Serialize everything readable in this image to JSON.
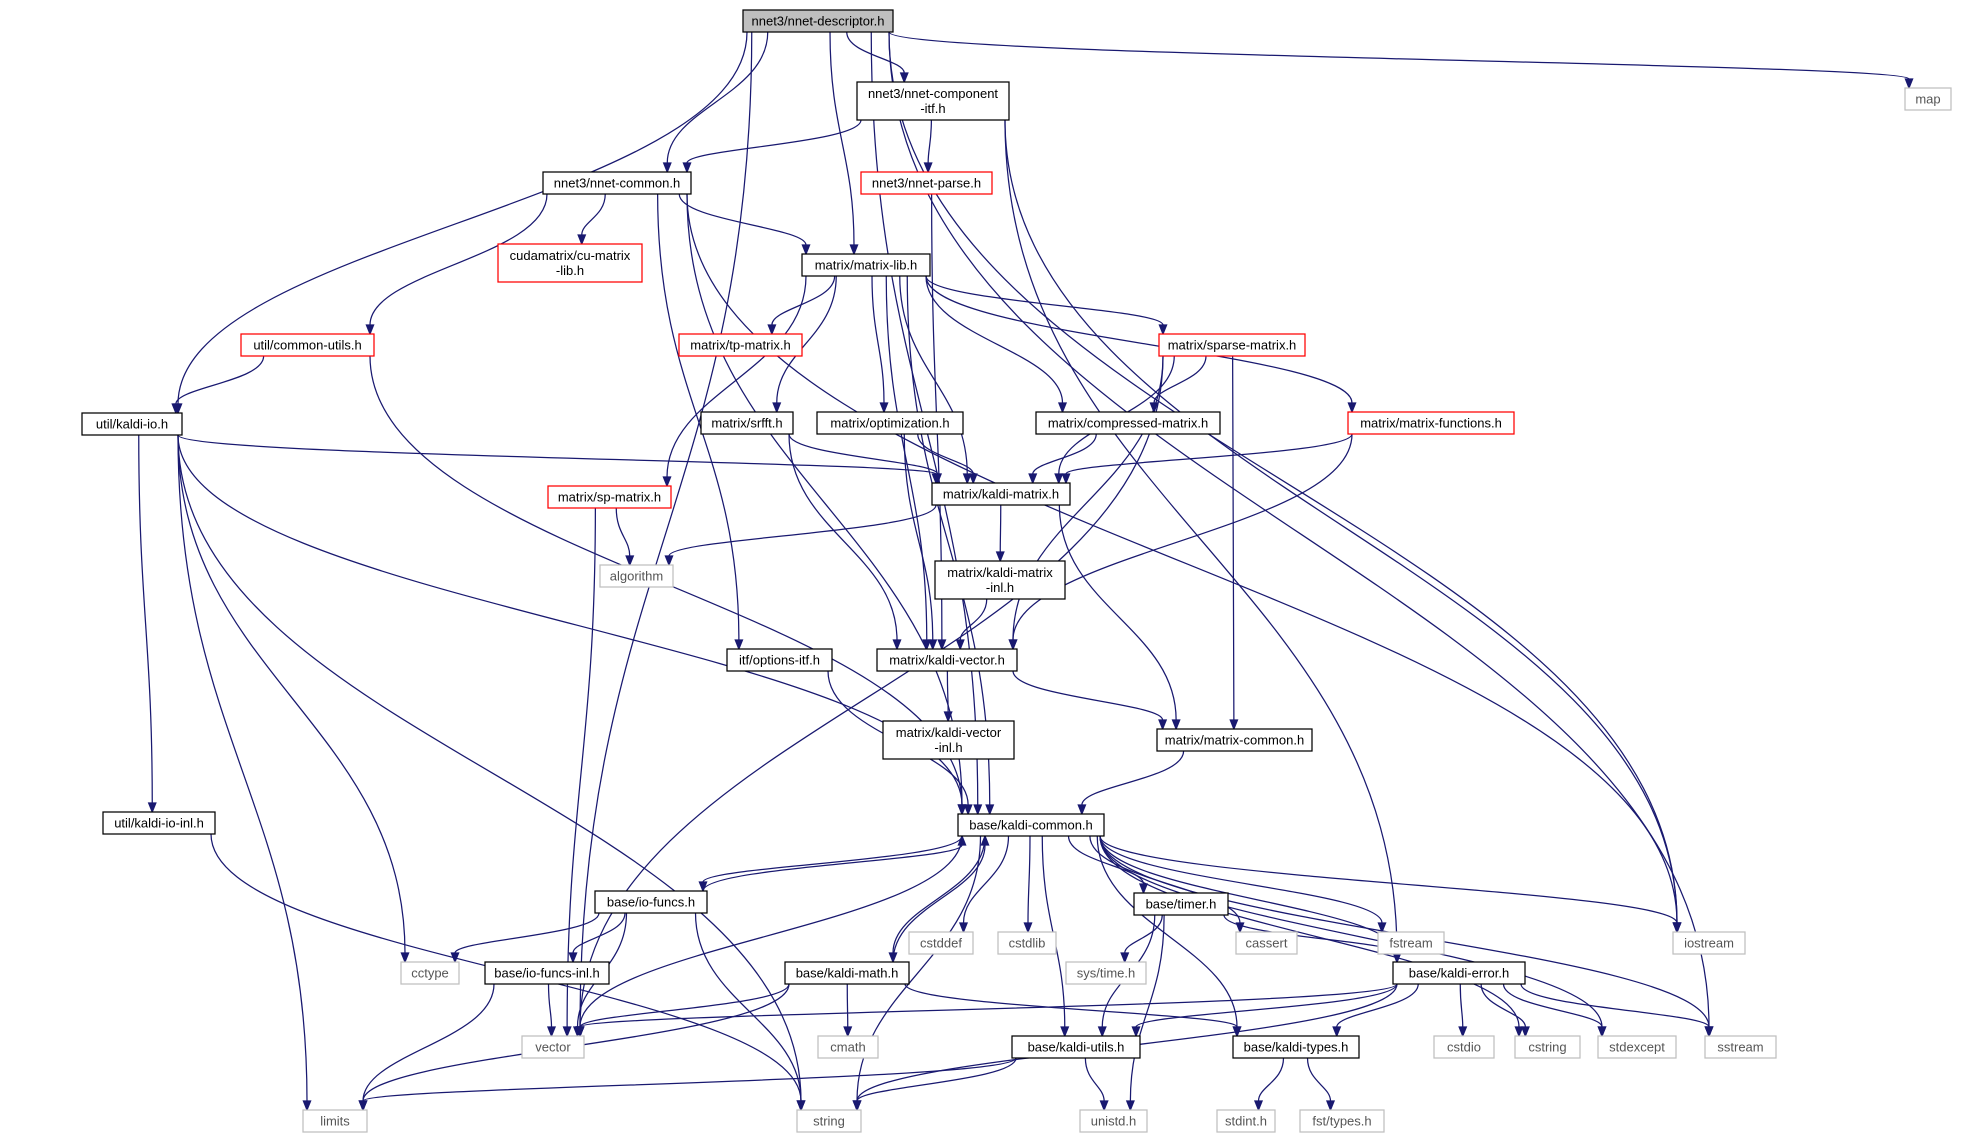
{
  "diagram": {
    "colors": {
      "edge": "#191970",
      "root_fill": "#bfbfbf",
      "solid_border": "#000000",
      "red_border": "#ff0000",
      "external_border": "#bfbfbf"
    },
    "nodes": [
      {
        "id": "nnet-descriptor",
        "label": [
          "nnet3/nnet-descriptor.h"
        ],
        "style": "root"
      },
      {
        "id": "map",
        "label": [
          "map"
        ],
        "style": "external"
      },
      {
        "id": "nnet-component-itf",
        "label": [
          "nnet3/nnet-component",
          "-itf.h"
        ],
        "style": "solid"
      },
      {
        "id": "nnet-common",
        "label": [
          "nnet3/nnet-common.h"
        ],
        "style": "solid"
      },
      {
        "id": "nnet-parse",
        "label": [
          "nnet3/nnet-parse.h"
        ],
        "style": "red"
      },
      {
        "id": "cu-matrix-lib",
        "label": [
          "cudamatrix/cu-matrix",
          "-lib.h"
        ],
        "style": "red"
      },
      {
        "id": "matrix-lib",
        "label": [
          "matrix/matrix-lib.h"
        ],
        "style": "solid"
      },
      {
        "id": "common-utils",
        "label": [
          "util/common-utils.h"
        ],
        "style": "red"
      },
      {
        "id": "tp-matrix",
        "label": [
          "matrix/tp-matrix.h"
        ],
        "style": "red"
      },
      {
        "id": "sparse-matrix",
        "label": [
          "matrix/sparse-matrix.h"
        ],
        "style": "red"
      },
      {
        "id": "kaldi-io",
        "label": [
          "util/kaldi-io.h"
        ],
        "style": "solid"
      },
      {
        "id": "srfft",
        "label": [
          "matrix/srfft.h"
        ],
        "style": "solid"
      },
      {
        "id": "optimization",
        "label": [
          "matrix/optimization.h"
        ],
        "style": "solid"
      },
      {
        "id": "compressed-matrix",
        "label": [
          "matrix/compressed-matrix.h"
        ],
        "style": "solid"
      },
      {
        "id": "matrix-functions",
        "label": [
          "matrix/matrix-functions.h"
        ],
        "style": "red"
      },
      {
        "id": "sp-matrix",
        "label": [
          "matrix/sp-matrix.h"
        ],
        "style": "red"
      },
      {
        "id": "kaldi-matrix",
        "label": [
          "matrix/kaldi-matrix.h"
        ],
        "style": "solid"
      },
      {
        "id": "algorithm",
        "label": [
          "algorithm"
        ],
        "style": "external"
      },
      {
        "id": "kaldi-matrix-inl",
        "label": [
          "matrix/kaldi-matrix",
          "-inl.h"
        ],
        "style": "solid"
      },
      {
        "id": "options-itf",
        "label": [
          "itf/options-itf.h"
        ],
        "style": "solid"
      },
      {
        "id": "kaldi-vector",
        "label": [
          "matrix/kaldi-vector.h"
        ],
        "style": "solid"
      },
      {
        "id": "kaldi-vector-inl",
        "label": [
          "matrix/kaldi-vector",
          "-inl.h"
        ],
        "style": "solid"
      },
      {
        "id": "matrix-common",
        "label": [
          "matrix/matrix-common.h"
        ],
        "style": "solid"
      },
      {
        "id": "kaldi-io-inl",
        "label": [
          "util/kaldi-io-inl.h"
        ],
        "style": "solid"
      },
      {
        "id": "kaldi-common",
        "label": [
          "base/kaldi-common.h"
        ],
        "style": "solid"
      },
      {
        "id": "io-funcs",
        "label": [
          "base/io-funcs.h"
        ],
        "style": "solid"
      },
      {
        "id": "cstddef",
        "label": [
          "cstddef"
        ],
        "style": "external"
      },
      {
        "id": "cstdlib",
        "label": [
          "cstdlib"
        ],
        "style": "external"
      },
      {
        "id": "timer",
        "label": [
          "base/timer.h"
        ],
        "style": "solid"
      },
      {
        "id": "cassert",
        "label": [
          "cassert"
        ],
        "style": "external"
      },
      {
        "id": "fstream",
        "label": [
          "fstream"
        ],
        "style": "external"
      },
      {
        "id": "iostream",
        "label": [
          "iostream"
        ],
        "style": "external"
      },
      {
        "id": "cctype",
        "label": [
          "cctype"
        ],
        "style": "external"
      },
      {
        "id": "io-funcs-inl",
        "label": [
          "base/io-funcs-inl.h"
        ],
        "style": "solid"
      },
      {
        "id": "kaldi-math",
        "label": [
          "base/kaldi-math.h"
        ],
        "style": "solid"
      },
      {
        "id": "systime",
        "label": [
          "sys/time.h"
        ],
        "style": "external"
      },
      {
        "id": "kaldi-error",
        "label": [
          "base/kaldi-error.h"
        ],
        "style": "solid"
      },
      {
        "id": "vector",
        "label": [
          "vector"
        ],
        "style": "external"
      },
      {
        "id": "cmath",
        "label": [
          "cmath"
        ],
        "style": "external"
      },
      {
        "id": "kaldi-utils",
        "label": [
          "base/kaldi-utils.h"
        ],
        "style": "solid"
      },
      {
        "id": "kaldi-types",
        "label": [
          "base/kaldi-types.h"
        ],
        "style": "solid"
      },
      {
        "id": "cstdio",
        "label": [
          "cstdio"
        ],
        "style": "external"
      },
      {
        "id": "cstring",
        "label": [
          "cstring"
        ],
        "style": "external"
      },
      {
        "id": "stdexcept",
        "label": [
          "stdexcept"
        ],
        "style": "external"
      },
      {
        "id": "sstream",
        "label": [
          "sstream"
        ],
        "style": "external"
      },
      {
        "id": "limits",
        "label": [
          "limits"
        ],
        "style": "external"
      },
      {
        "id": "string",
        "label": [
          "string"
        ],
        "style": "external"
      },
      {
        "id": "unistd",
        "label": [
          "unistd.h"
        ],
        "style": "external"
      },
      {
        "id": "stdint",
        "label": [
          "stdint.h"
        ],
        "style": "external"
      },
      {
        "id": "fsttypes",
        "label": [
          "fst/types.h"
        ],
        "style": "external"
      }
    ],
    "edges": [
      [
        "nnet-descriptor",
        "map"
      ],
      [
        "nnet-descriptor",
        "nnet-component-itf"
      ],
      [
        "nnet-descriptor",
        "nnet-common"
      ],
      [
        "nnet-descriptor",
        "matrix-lib"
      ],
      [
        "nnet-descriptor",
        "kaldi-io"
      ],
      [
        "nnet-descriptor",
        "kaldi-common"
      ],
      [
        "nnet-descriptor",
        "vector"
      ],
      [
        "nnet-descriptor",
        "iostream"
      ],
      [
        "nnet-descriptor",
        "sstream"
      ],
      [
        "nnet-component-itf",
        "nnet-common"
      ],
      [
        "nnet-component-itf",
        "nnet-parse"
      ],
      [
        "nnet-component-itf",
        "iostream"
      ],
      [
        "nnet-component-itf",
        "kaldi-error"
      ],
      [
        "nnet-parse",
        "kaldi-vector"
      ],
      [
        "nnet-common",
        "cu-matrix-lib"
      ],
      [
        "nnet-common",
        "matrix-lib"
      ],
      [
        "nnet-common",
        "common-utils"
      ],
      [
        "nnet-common",
        "options-itf"
      ],
      [
        "nnet-common",
        "kaldi-common"
      ],
      [
        "nnet-common",
        "iostream"
      ],
      [
        "common-utils",
        "kaldi-io"
      ],
      [
        "common-utils",
        "kaldi-common"
      ],
      [
        "matrix-lib",
        "tp-matrix"
      ],
      [
        "matrix-lib",
        "sparse-matrix"
      ],
      [
        "matrix-lib",
        "srfft"
      ],
      [
        "matrix-lib",
        "optimization"
      ],
      [
        "matrix-lib",
        "compressed-matrix"
      ],
      [
        "matrix-lib",
        "matrix-functions"
      ],
      [
        "matrix-lib",
        "sp-matrix"
      ],
      [
        "matrix-lib",
        "kaldi-matrix"
      ],
      [
        "matrix-lib",
        "kaldi-vector"
      ],
      [
        "matrix-lib",
        "kaldi-common"
      ],
      [
        "sparse-matrix",
        "compressed-matrix"
      ],
      [
        "sparse-matrix",
        "kaldi-matrix"
      ],
      [
        "sparse-matrix",
        "kaldi-vector"
      ],
      [
        "sparse-matrix",
        "matrix-common"
      ],
      [
        "sparse-matrix",
        "vector"
      ],
      [
        "srfft",
        "kaldi-matrix"
      ],
      [
        "srfft",
        "kaldi-vector"
      ],
      [
        "optimization",
        "kaldi-matrix"
      ],
      [
        "optimization",
        "kaldi-vector"
      ],
      [
        "compressed-matrix",
        "kaldi-matrix"
      ],
      [
        "matrix-functions",
        "kaldi-matrix"
      ],
      [
        "matrix-functions",
        "kaldi-vector"
      ],
      [
        "sp-matrix",
        "algorithm"
      ],
      [
        "sp-matrix",
        "vector"
      ],
      [
        "kaldi-matrix",
        "algorithm"
      ],
      [
        "kaldi-matrix",
        "kaldi-matrix-inl"
      ],
      [
        "kaldi-matrix",
        "matrix-common"
      ],
      [
        "kaldi-matrix-inl",
        "kaldi-vector"
      ],
      [
        "kaldi-io",
        "kaldi-matrix"
      ],
      [
        "kaldi-io",
        "kaldi-io-inl"
      ],
      [
        "kaldi-io",
        "kaldi-common"
      ],
      [
        "kaldi-io",
        "cctype"
      ],
      [
        "kaldi-io",
        "limits"
      ],
      [
        "kaldi-io",
        "string"
      ],
      [
        "kaldi-io-inl",
        "string"
      ],
      [
        "options-itf",
        "kaldi-common"
      ],
      [
        "kaldi-vector",
        "kaldi-vector-inl"
      ],
      [
        "kaldi-vector",
        "matrix-common"
      ],
      [
        "matrix-common",
        "kaldi-common"
      ],
      [
        "kaldi-common",
        "io-funcs"
      ],
      [
        "kaldi-common",
        "cstddef"
      ],
      [
        "kaldi-common",
        "cstdlib"
      ],
      [
        "kaldi-common",
        "timer"
      ],
      [
        "kaldi-common",
        "cassert"
      ],
      [
        "kaldi-common",
        "fstream"
      ],
      [
        "kaldi-common",
        "iostream"
      ],
      [
        "kaldi-common",
        "kaldi-math"
      ],
      [
        "kaldi-common",
        "kaldi-error"
      ],
      [
        "kaldi-common",
        "kaldi-utils"
      ],
      [
        "kaldi-common",
        "kaldi-types"
      ],
      [
        "kaldi-common",
        "cstring"
      ],
      [
        "kaldi-common",
        "stdexcept"
      ],
      [
        "kaldi-common",
        "sstream"
      ],
      [
        "kaldi-common",
        "vector"
      ],
      [
        "kaldi-common",
        "string"
      ],
      [
        "io-funcs",
        "kaldi-common"
      ],
      [
        "io-funcs",
        "cctype"
      ],
      [
        "io-funcs",
        "io-funcs-inl"
      ],
      [
        "io-funcs",
        "vector"
      ],
      [
        "io-funcs",
        "string"
      ],
      [
        "io-funcs-inl",
        "vector"
      ],
      [
        "io-funcs-inl",
        "limits"
      ],
      [
        "kaldi-math",
        "kaldi-common"
      ],
      [
        "kaldi-math",
        "cmath"
      ],
      [
        "kaldi-math",
        "vector"
      ],
      [
        "kaldi-math",
        "limits"
      ],
      [
        "kaldi-math",
        "kaldi-types"
      ],
      [
        "timer",
        "systime"
      ],
      [
        "timer",
        "kaldi-utils"
      ],
      [
        "timer",
        "kaldi-error"
      ],
      [
        "timer",
        "unistd"
      ],
      [
        "kaldi-error",
        "vector"
      ],
      [
        "kaldi-error",
        "kaldi-utils"
      ],
      [
        "kaldi-error",
        "kaldi-types"
      ],
      [
        "kaldi-error",
        "string"
      ],
      [
        "kaldi-error",
        "cstdio"
      ],
      [
        "kaldi-error",
        "cstring"
      ],
      [
        "kaldi-error",
        "stdexcept"
      ],
      [
        "kaldi-error",
        "sstream"
      ],
      [
        "kaldi-utils",
        "limits"
      ],
      [
        "kaldi-utils",
        "string"
      ],
      [
        "kaldi-utils",
        "unistd"
      ],
      [
        "kaldi-types",
        "stdint"
      ],
      [
        "kaldi-types",
        "fsttypes"
      ]
    ]
  }
}
